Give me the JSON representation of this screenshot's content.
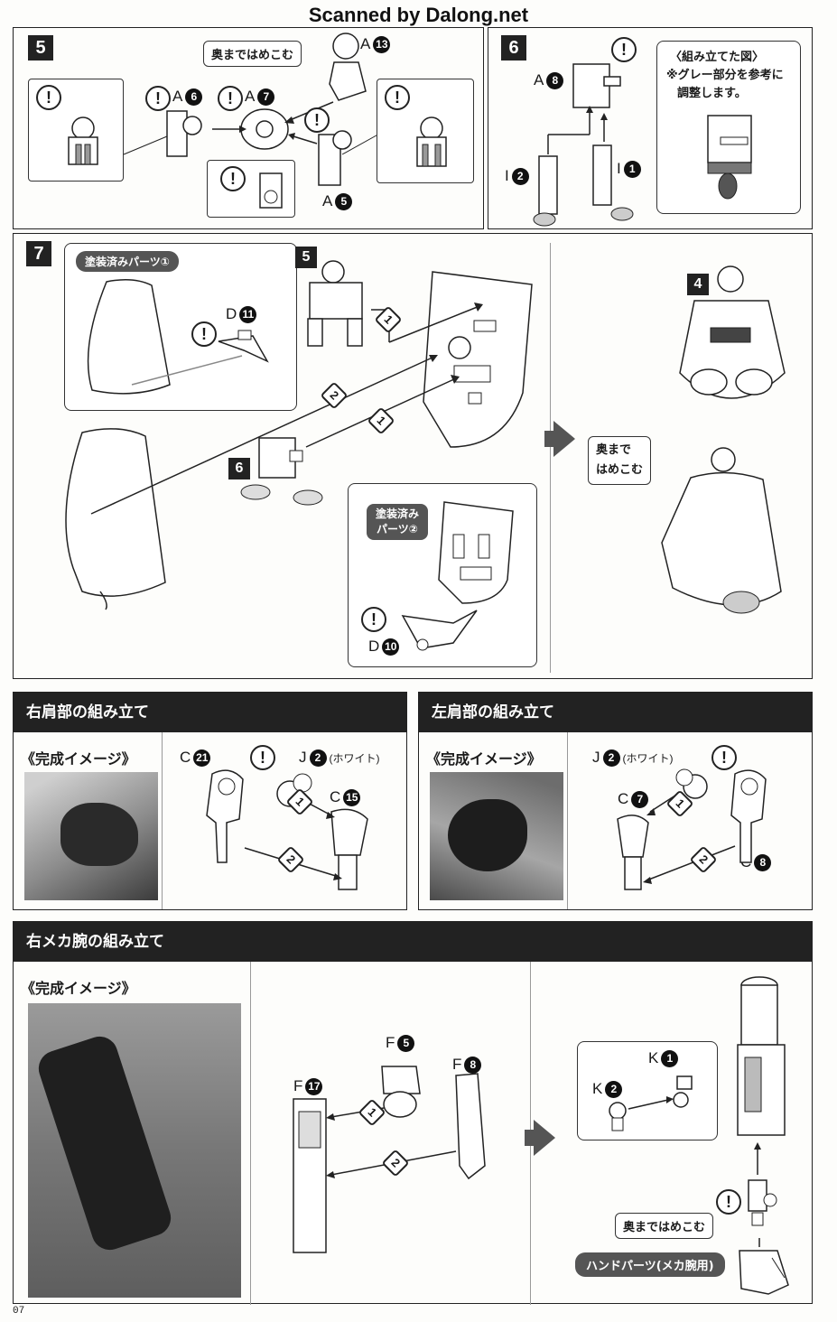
{
  "watermark": "Scanned by Dalong.net",
  "page_number": "07",
  "step5": {
    "number": "5",
    "callout": "奥まではめこむ",
    "parts": {
      "a13": {
        "letter": "A",
        "num": "13"
      },
      "a6": {
        "letter": "A",
        "num": "6"
      },
      "a7": {
        "letter": "A",
        "num": "7"
      },
      "a5": {
        "letter": "A",
        "num": "5"
      }
    },
    "alert_symbol": "!"
  },
  "step6": {
    "number": "6",
    "note_title": "〈組み立てた図〉",
    "note_line1": "※グレー部分を参考に",
    "note_line2": "調整します。",
    "parts": {
      "a8": {
        "letter": "A",
        "num": "8"
      },
      "i2": {
        "letter": "I",
        "num": "2"
      },
      "i1": {
        "letter": "I",
        "num": "1"
      }
    }
  },
  "step7": {
    "number": "7",
    "badge1": "塗装済みパーツ①",
    "badge2_line1": "塗装済み",
    "badge2_line2": "パーツ②",
    "ref5": "5",
    "ref6": "6",
    "ref4": "4",
    "d11": {
      "letter": "D",
      "num": "11"
    },
    "d10": {
      "letter": "D",
      "num": "10"
    },
    "order1": "1",
    "order2": "2",
    "callout_line1": "奥まで",
    "callout_line2": "はめこむ"
  },
  "right_shoulder": {
    "title": "右肩部の組み立て",
    "completion": "《完成イメージ》",
    "c21": {
      "letter": "C",
      "num": "21"
    },
    "j2": {
      "letter": "J",
      "num": "2",
      "note": "(ホワイト)"
    },
    "c15": {
      "letter": "C",
      "num": "15"
    },
    "order1": "1",
    "order2": "2"
  },
  "left_shoulder": {
    "title": "左肩部の組み立て",
    "completion": "《完成イメージ》",
    "j2": {
      "letter": "J",
      "num": "2",
      "note": "(ホワイト)"
    },
    "c7": {
      "letter": "C",
      "num": "7"
    },
    "c8": {
      "letter": "C",
      "num": "8"
    },
    "order1": "1",
    "order2": "2"
  },
  "right_mecha_arm": {
    "title": "右メカ腕の組み立て",
    "completion": "《完成イメージ》",
    "f5": {
      "letter": "F",
      "num": "5"
    },
    "f8": {
      "letter": "F",
      "num": "8"
    },
    "f17": {
      "letter": "F",
      "num": "17"
    },
    "k1": {
      "letter": "K",
      "num": "1"
    },
    "k2": {
      "letter": "K",
      "num": "2"
    },
    "order1": "1",
    "order2": "2",
    "callout": "奥まではめこむ",
    "hand_badge": "ハンドパーツ(メカ腕用)"
  }
}
